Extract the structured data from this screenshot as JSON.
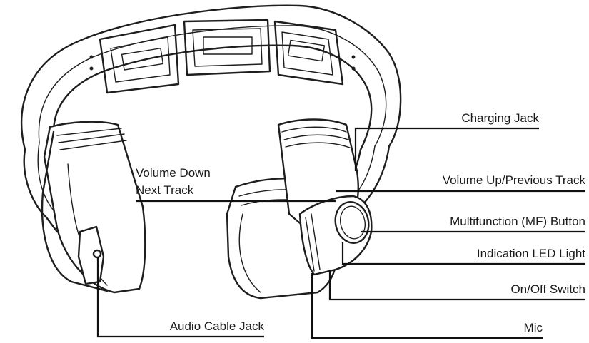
{
  "labels": {
    "charging_jack": "Charging Jack",
    "volume_down_line1": "Volume Down",
    "volume_down_line2": "Next Track",
    "volume_up": "Volume Up/Previous Track",
    "multifunction_button": "Multifunction (MF) Button",
    "indication_led": "Indication LED Light",
    "on_off_switch": "On/Off Switch",
    "audio_cable_jack": "Audio Cable Jack",
    "mic": "Mic"
  },
  "colors": {
    "ink": "#1e1e1e",
    "background": "#ffffff"
  }
}
